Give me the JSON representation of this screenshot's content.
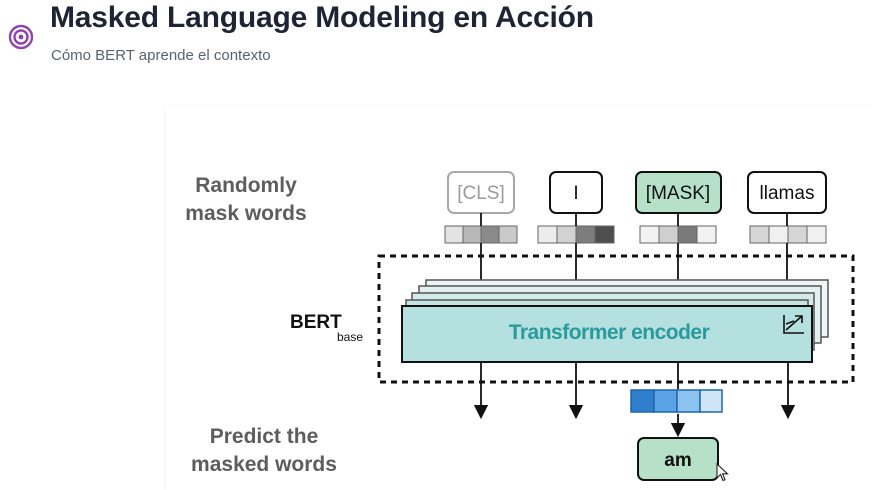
{
  "header": {
    "title": "Masked Language Modeling en Acción",
    "subtitle": "Cómo BERT aprende el contexto",
    "icon": "target-icon",
    "accent": "#8e44ad"
  },
  "diagram": {
    "step1_label": [
      "Randomly",
      "mask words"
    ],
    "step2_label": [
      "Predict the",
      "masked words"
    ],
    "model_name": "BERT",
    "model_variant": "base",
    "encoder_label": "Transformer encoder",
    "tokens": [
      {
        "text": "[CLS]",
        "style": "faded"
      },
      {
        "text": "I",
        "style": "normal"
      },
      {
        "text": "[MASK]",
        "style": "masked"
      },
      {
        "text": "llamas",
        "style": "normal"
      }
    ],
    "prediction": "am",
    "colors": {
      "mask_fill": "#b6e0c8",
      "encoder_fill": "#b4e0df",
      "encoder_text": "#2b9a9c",
      "output_blue": "#3a8fd6",
      "prediction_fill": "#b6e0c8"
    }
  }
}
